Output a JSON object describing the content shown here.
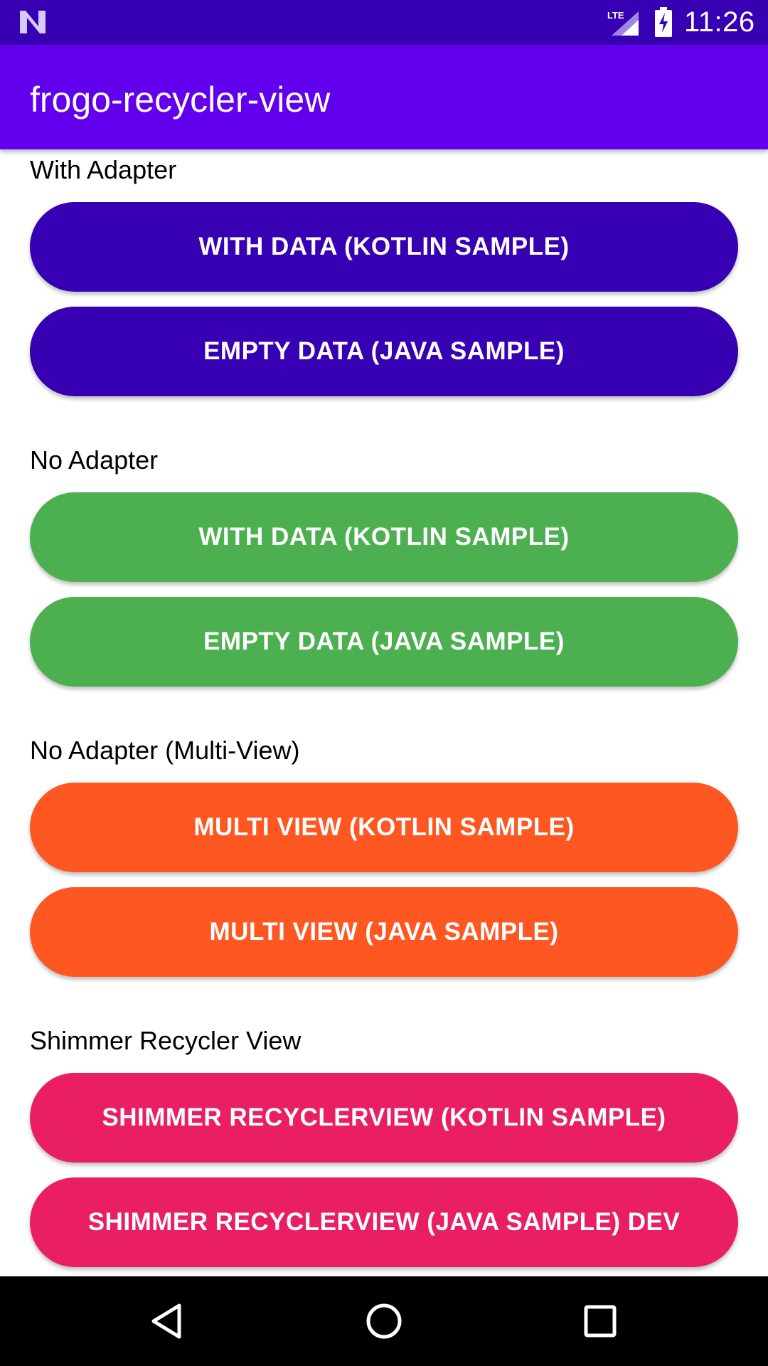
{
  "status_bar": {
    "time": "11:26",
    "network": "LTE",
    "icons": [
      "android-n-icon",
      "lte-signal-icon",
      "battery-charging-icon"
    ]
  },
  "app_bar": {
    "title": "frogo-recycler-view"
  },
  "sections": [
    {
      "label": "With Adapter",
      "color": "#3700B3",
      "buttons": [
        "WITH DATA (KOTLIN SAMPLE)",
        "EMPTY DATA (JAVA SAMPLE)"
      ]
    },
    {
      "label": "No Adapter",
      "color": "#4CAF50",
      "buttons": [
        "WITH DATA (KOTLIN SAMPLE)",
        "EMPTY DATA (JAVA SAMPLE)"
      ]
    },
    {
      "label": "No Adapter (Multi-View)",
      "color": "#FF5722",
      "buttons": [
        "MULTI VIEW (KOTLIN SAMPLE)",
        "MULTI VIEW (JAVA SAMPLE)"
      ]
    },
    {
      "label": "Shimmer Recycler View",
      "color": "#E91E63",
      "buttons": [
        "SHIMMER RECYCLERVIEW (KOTLIN SAMPLE)",
        "SHIMMER RECYCLERVIEW (JAVA SAMPLE) DEV"
      ]
    }
  ],
  "nav_bar": {
    "icons": [
      "back-icon",
      "home-icon",
      "recents-icon"
    ]
  }
}
